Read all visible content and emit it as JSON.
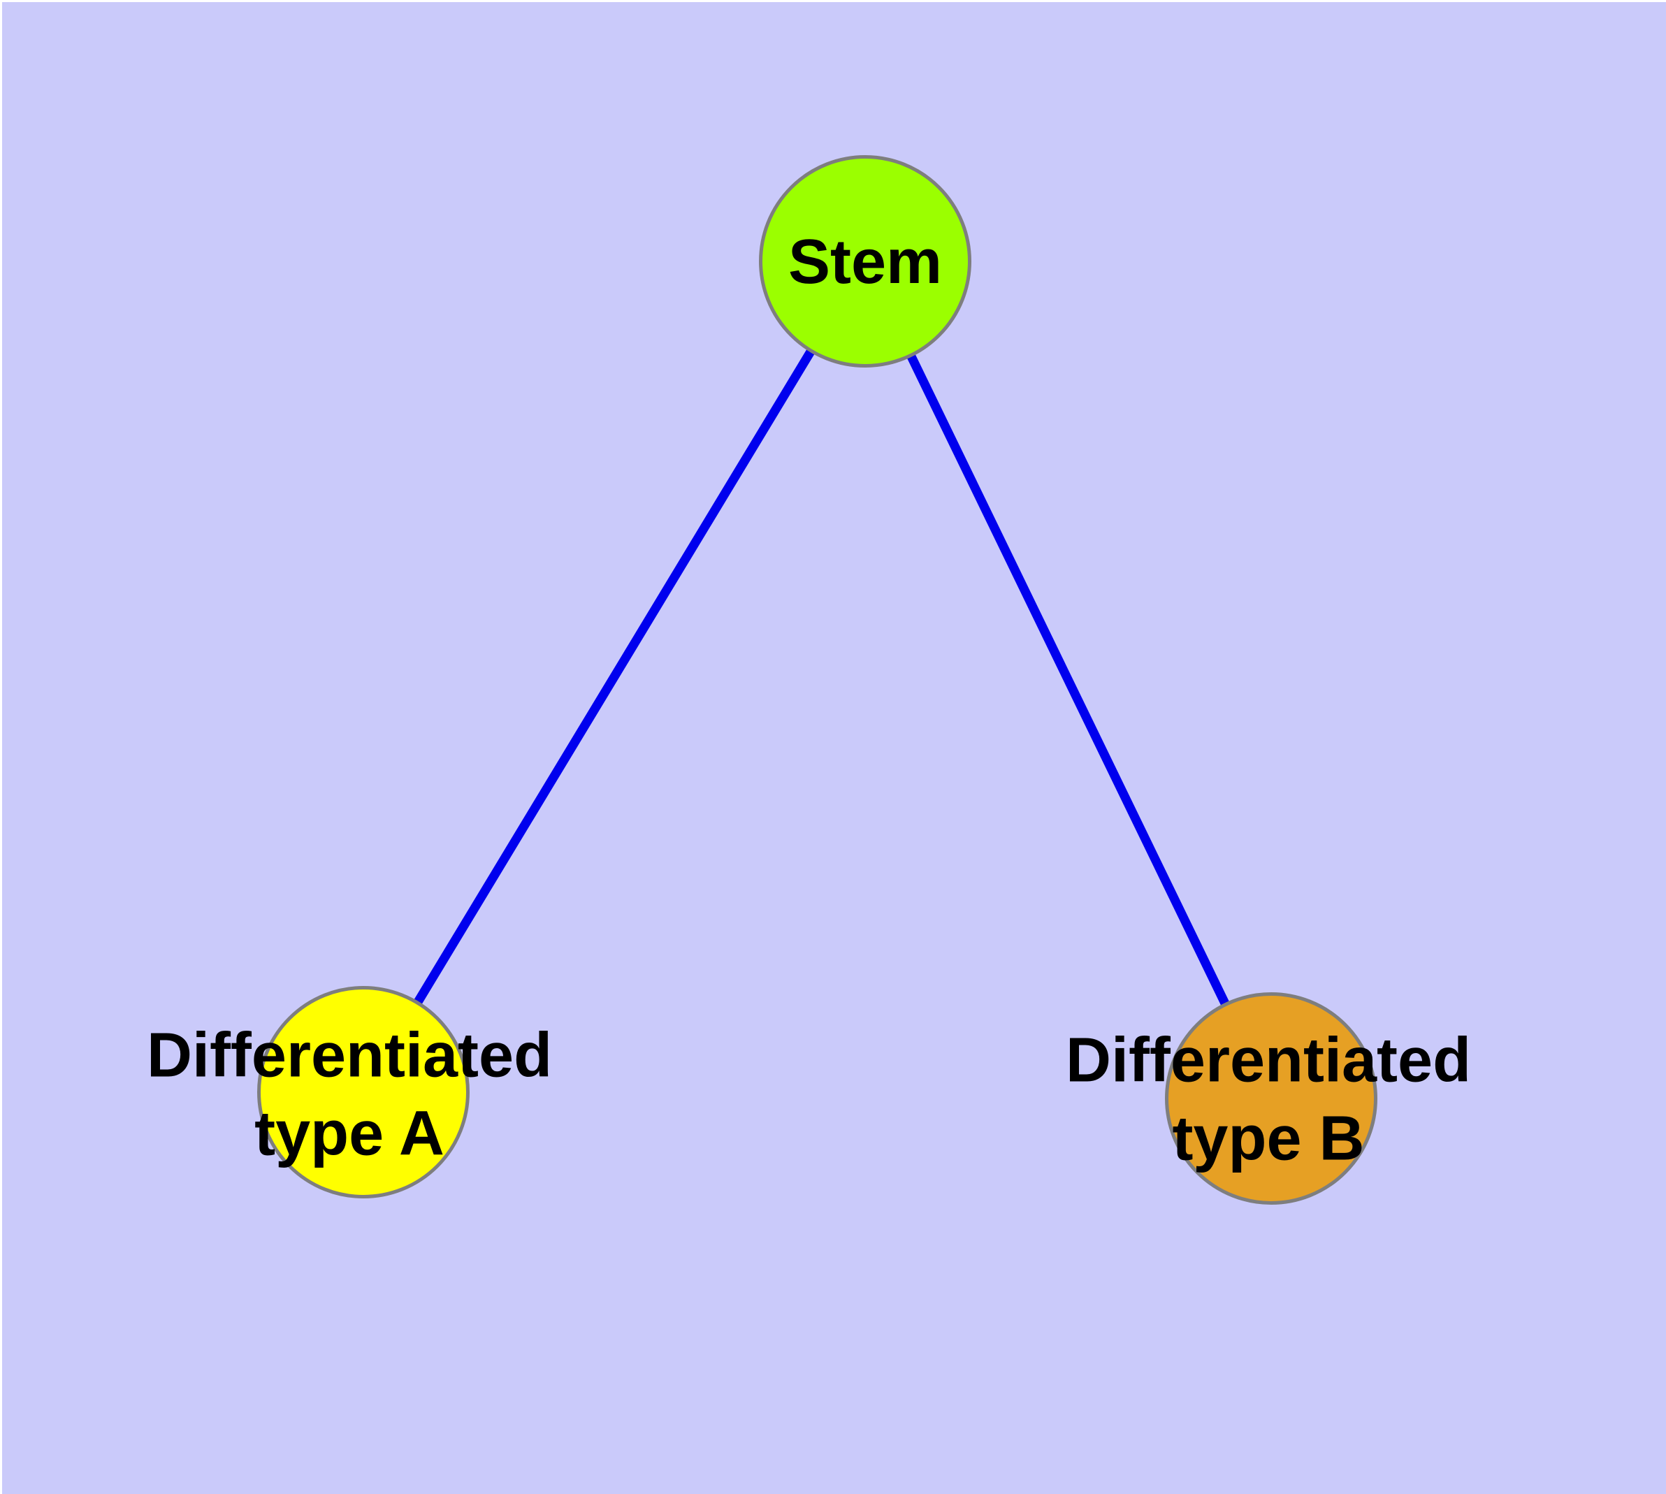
{
  "diagram": {
    "type": "node-link-graph",
    "colors": {
      "canvas_background": "#CACAFA",
      "page_margin": "#FFFFFF",
      "edge": "#0000EE",
      "node_border": "#7E7E7E",
      "label": "#000000"
    },
    "nodes": [
      {
        "id": "stem",
        "label": "Stem",
        "fill": "#9BFF00"
      },
      {
        "id": "diff-a",
        "label": "Differentiated\ntype A",
        "fill": "#FFFF00"
      },
      {
        "id": "diff-b",
        "label": "Differentiated\ntype B",
        "fill": "#E6A024"
      }
    ],
    "edges": [
      {
        "from": "stem",
        "to": "diff-a"
      },
      {
        "from": "stem",
        "to": "diff-b"
      }
    ]
  }
}
